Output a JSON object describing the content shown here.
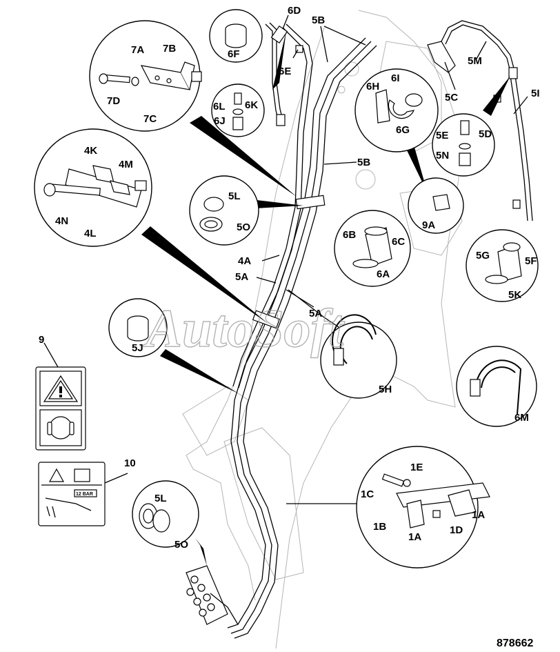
{
  "reference_number": "878662",
  "watermark": "AutoSoft",
  "decal_10_text": "12 BAR",
  "callouts": {
    "c6D": "6D",
    "c5B_top": "5B",
    "c6F": "6F",
    "c6E": "6E",
    "c6L": "6L",
    "c6K": "6K",
    "c6J": "6J",
    "c7A": "7A",
    "c7B": "7B",
    "c7D": "7D",
    "c7C": "7C",
    "c5M": "5M",
    "c5C": "5C",
    "c5I": "5I",
    "c6H": "6H",
    "c6I": "6I",
    "c6G": "6G",
    "c5E": "5E",
    "c5D": "5D",
    "c5N": "5N",
    "c5B_mid": "5B",
    "c4K": "4K",
    "c4M": "4M",
    "c4N": "4N",
    "c4L": "4L",
    "c5L_top": "5L",
    "c5O_top": "5O",
    "c9A": "9A",
    "c6B": "6B",
    "c6C": "6C",
    "c6A": "6A",
    "c4A": "4A",
    "c5A_1": "5A",
    "c5A_2": "5A",
    "c5G": "5G",
    "c5F": "5F",
    "c5K": "5K",
    "c5J": "5J",
    "c5H": "5H",
    "c6M": "6M",
    "c9": "9",
    "c10": "10",
    "c1E": "1E",
    "c1C": "1C",
    "c1B": "1B",
    "c1A_1": "1A",
    "c1A_2": "1A",
    "c1D": "1D",
    "c5L_bot": "5L",
    "c5O_bot": "5O"
  }
}
